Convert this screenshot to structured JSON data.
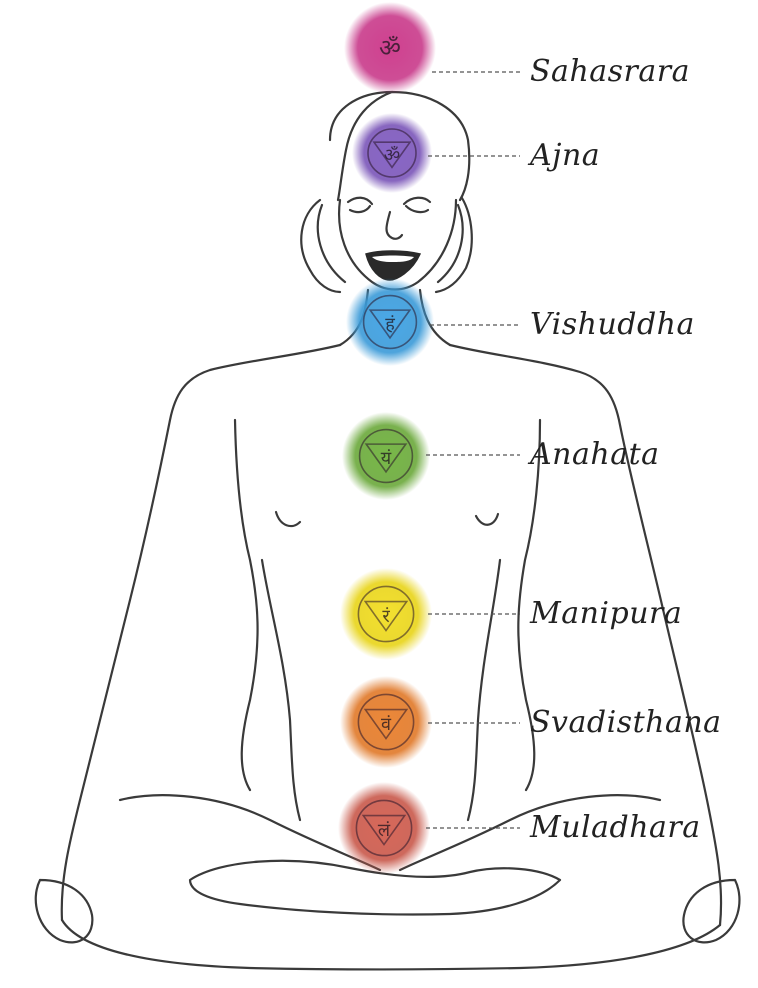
{
  "chakras": [
    {
      "name": "Sahasrara",
      "color": "#c83a8a",
      "glyph": "ॐ"
    },
    {
      "name": "Ajna",
      "color": "#7a55b8",
      "glyph": "ॐ"
    },
    {
      "name": "Vishuddha",
      "color": "#3a9ad8",
      "glyph": "हं"
    },
    {
      "name": "Anahata",
      "color": "#6aa83a",
      "glyph": "यं"
    },
    {
      "name": "Manipura",
      "color": "#e8d418",
      "glyph": "रं"
    },
    {
      "name": "Svadisthana",
      "color": "#e07828",
      "glyph": "वं"
    },
    {
      "name": "Muladhara",
      "color": "#c8584a",
      "glyph": "लं"
    }
  ],
  "figure": {
    "description_icon": "meditating-figure-icon",
    "line_color": "#3a3a3a"
  }
}
